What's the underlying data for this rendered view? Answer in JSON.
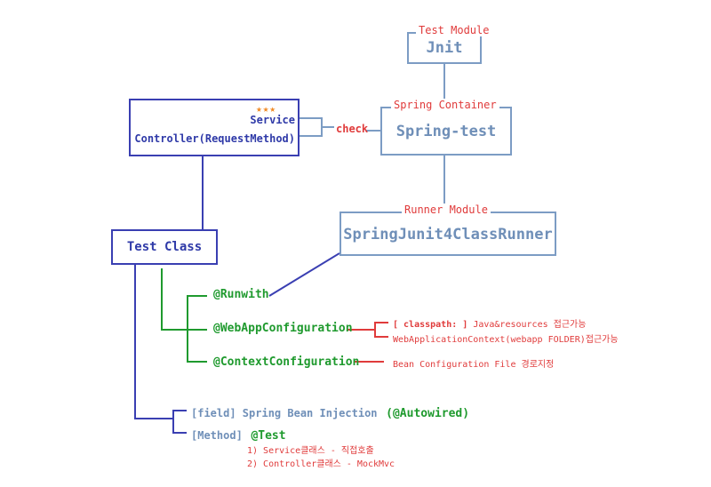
{
  "jnit": {
    "label": "Test Module",
    "title": "Jnit"
  },
  "spring_test": {
    "label": "Spring Container",
    "title": "Spring-test"
  },
  "runner": {
    "label": "Runner Module",
    "title": "SpringJunit4ClassRunner"
  },
  "controller": {
    "stars": "★★★",
    "service": "Service",
    "controller": "Controller(RequestMethod)"
  },
  "check": "check",
  "test_class": "Test Class",
  "annotations": {
    "runwith": "@Runwith",
    "webapp": "@WebAppConfiguration",
    "context": "@ContextConfiguration"
  },
  "webapp_notes": {
    "classpath_prefix": "[ classpath: ]",
    "classpath_rest": " Java&resources 접근가능",
    "context": "WebApplicationContext(webapp FOLDER)접근가능"
  },
  "context_note": "Bean Configuration File 경로지정",
  "field": {
    "prefix": "[field] Spring Bean Injection",
    "annotation": "(@Autowired)"
  },
  "method": {
    "prefix": "[Method]",
    "annotation": "@Test"
  },
  "method_notes": [
    "1) Service클래스 - 직접호출",
    "2) Controller클래스 - MockMvc"
  ],
  "colors": {
    "navy": "#3a3fb2",
    "steel": "#7c9cc4",
    "green": "#1f9a2e",
    "red": "#e03b3b"
  }
}
